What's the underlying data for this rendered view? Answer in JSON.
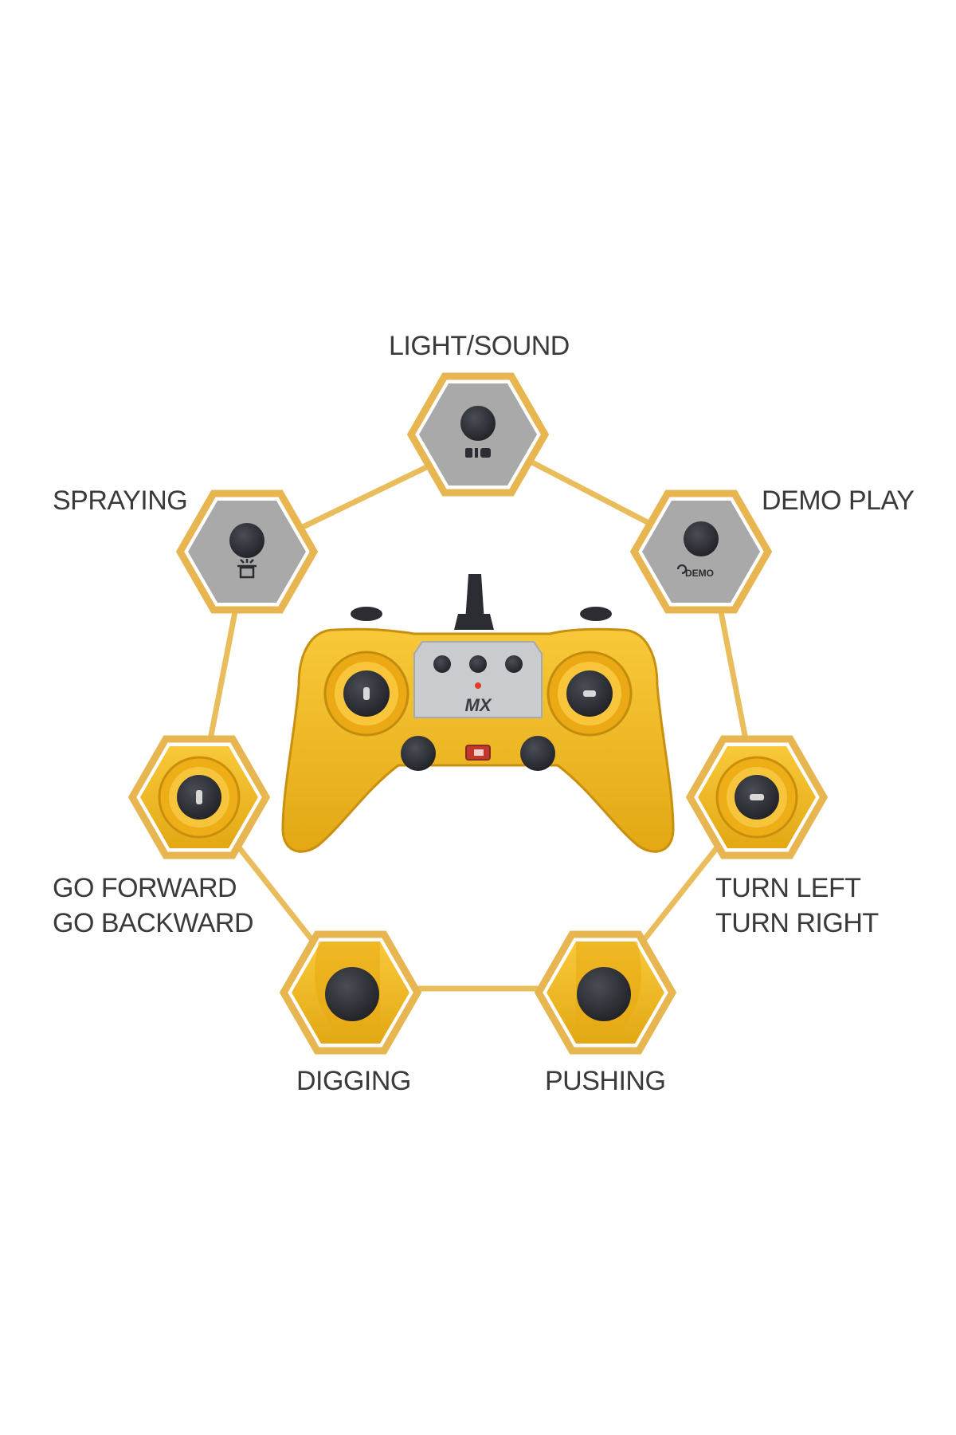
{
  "colors": {
    "background": "#ffffff",
    "hexagon_border": "#e7b650",
    "hexagon_grey": "#a8a8a8",
    "controller_yellow": "#f2b81f",
    "controller_dark": "#2b2d33",
    "text": "#3a3a3a"
  },
  "controls": {
    "light_sound": {
      "label": "LIGHT/SOUND"
    },
    "spraying": {
      "label": "SPRAYING"
    },
    "demo_play": {
      "label": "DEMO PLAY",
      "button_text": "DEMO"
    },
    "go_forward_backward": {
      "line1": "GO FORWARD",
      "line2": "GO BACKWARD"
    },
    "turn_left_right": {
      "line1": "TURN LEFT",
      "line2": "TURN RIGHT"
    },
    "digging": {
      "label": "DIGGING"
    },
    "pushing": {
      "label": "PUSHING"
    }
  },
  "controller": {
    "brand": "MX"
  }
}
